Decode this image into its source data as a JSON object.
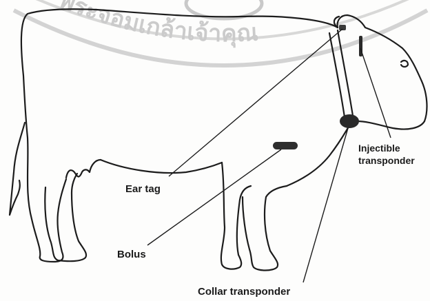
{
  "watermark": {
    "text": "พระจอมเกล้าเจ้าคุณ",
    "color": "#c8c8c8"
  },
  "labels": {
    "ear_tag": "Ear tag",
    "bolus": "Bolus",
    "collar_transponder": "Collar transponder",
    "injectible_transponder_line1": "Injectible",
    "injectible_transponder_line2": "transponder"
  },
  "colors": {
    "outline": "#1c1c1c",
    "device_fill": "#3a3a3a",
    "background": "#fdfdfc"
  }
}
